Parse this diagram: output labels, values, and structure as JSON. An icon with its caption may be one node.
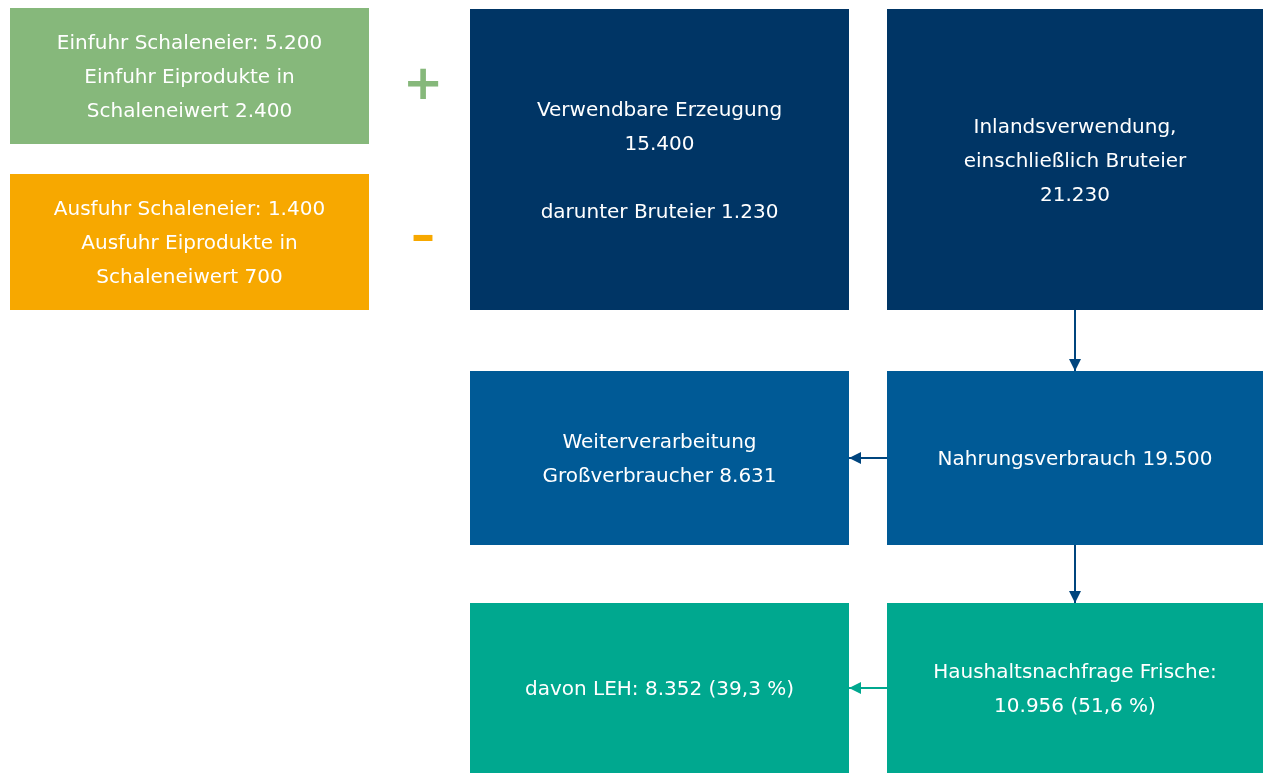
{
  "diagram": {
    "nodes": [
      {
        "text": [
          "Einfuhr Schaleneier: 5.200",
          "Einfuhr Eiprodukte in Schaleneiwert 2.400"
        ]
      },
      {
        "text": [
          "Ausfuhr Schaleneier: 1.400",
          "Ausfuhr Eiprodukte in Schaleneiwert 700"
        ]
      },
      {
        "text": [
          "Verwendbare Erzeugung 15.400",
          "darunter Bruteier 1.230"
        ]
      },
      {
        "text": [
          "Inlandsverwendung, einschließlich Bruteier 21.230"
        ]
      },
      {
        "text": [
          "Weiterverarbeitung Großverbraucher 8.631"
        ]
      },
      {
        "text": [
          "Nahrungsverbrauch 19.500"
        ]
      },
      {
        "text": [
          "davon LEH: 8.352 (39,3 %)"
        ]
      },
      {
        "text": [
          "Haushaltsnachfrage Frische: 10.956 (51,6 %)"
        ]
      }
    ],
    "edges": [
      {
        "from": 3,
        "to": 5,
        "arrow": "to"
      },
      {
        "from": 5,
        "to": 4,
        "arrow": "to"
      },
      {
        "from": 5,
        "to": 7,
        "arrow": "to"
      },
      {
        "from": 7,
        "to": 6,
        "arrow": "to",
        "color": "#00a88f"
      }
    ],
    "labels": [
      "+",
      "–"
    ]
  }
}
